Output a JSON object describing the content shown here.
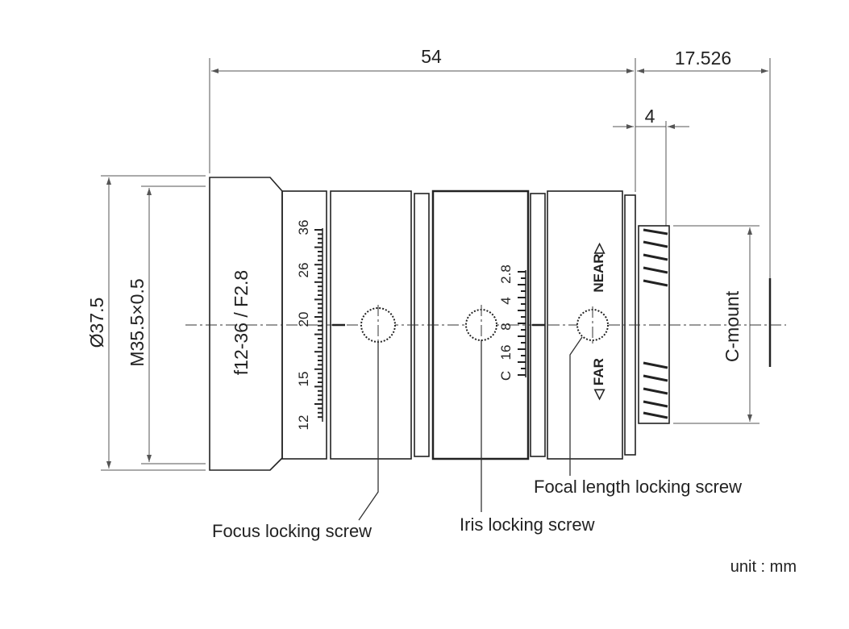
{
  "dimensions": {
    "overall_length": "54",
    "back_length": "17.526",
    "flange_offset": "4",
    "outer_diameter": "Ø37.5",
    "filter_thread": "M35.5×0.5",
    "mount_label": "C-mount"
  },
  "lens_marking": "f12-36  /  F2.8",
  "focal_scale": [
    "12",
    "15",
    "20",
    "26",
    "36"
  ],
  "iris_scale": [
    "C",
    "16",
    "8",
    "4",
    "2.8"
  ],
  "focus_marks": {
    "far": "◁ FAR",
    "near": "NEAR▷"
  },
  "callouts": {
    "focus_screw": "Focus locking screw",
    "iris_screw": "Iris locking screw",
    "focal_screw": "Focal length locking screw"
  },
  "unit": "unit : mm"
}
